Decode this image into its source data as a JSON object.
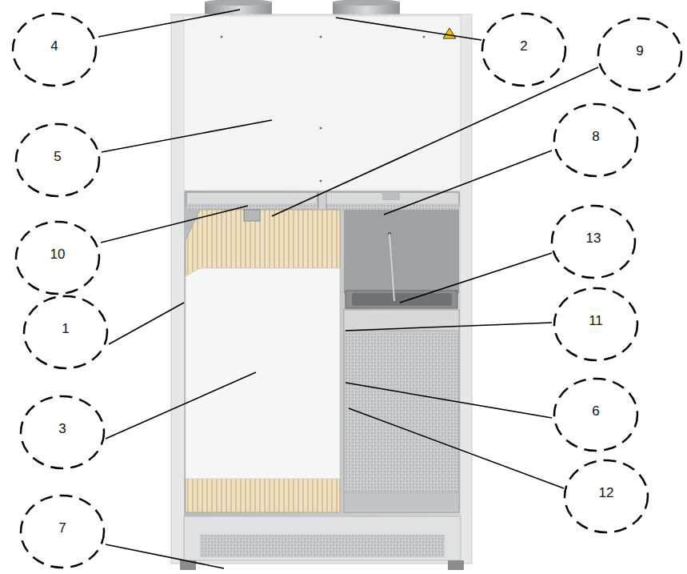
{
  "diagram": {
    "nodes": [
      {
        "text": [
          "4"
        ]
      },
      {
        "text": [
          "2"
        ]
      },
      {
        "text": [
          "9"
        ]
      },
      {
        "text": [
          "5"
        ]
      },
      {
        "text": [
          "8"
        ]
      },
      {
        "text": [
          "10"
        ]
      },
      {
        "text": [
          "13"
        ]
      },
      {
        "text": [
          "1"
        ]
      },
      {
        "text": [
          "11"
        ]
      },
      {
        "text": [
          "3"
        ]
      },
      {
        "text": [
          "6"
        ]
      },
      {
        "text": [
          "12"
        ]
      },
      {
        "text": [
          "7"
        ]
      }
    ]
  }
}
